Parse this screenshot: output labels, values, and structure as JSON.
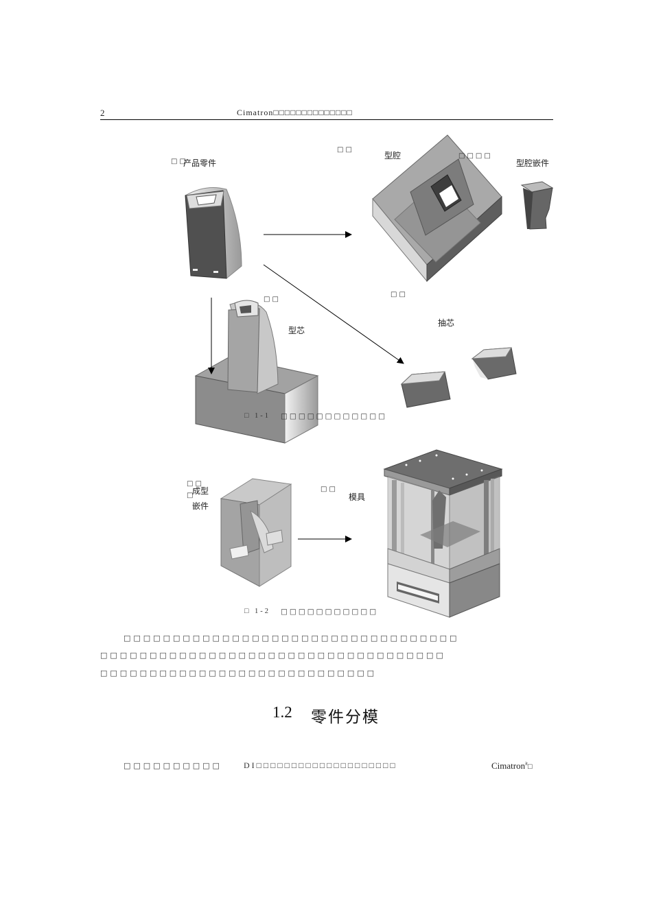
{
  "header": {
    "page_number": "2",
    "title": "Cimatron□□□□□□□□□□□□□□"
  },
  "figure1": {
    "labels": {
      "product_prefix": "□□",
      "product": "产品零件",
      "cavity_prefix": "□□",
      "cavity": "型腔",
      "cavity_insert_prefix": "□□□□",
      "cavity_insert": "型腔嵌件",
      "core_prefix": "□□",
      "core": "型芯",
      "slider_prefix": "□□",
      "slider": "抽芯"
    },
    "caption_num": "□ 1-1",
    "caption_text": "□□□□□□□□□□□□"
  },
  "figure2": {
    "labels": {
      "insert_prefix_1": "□□",
      "insert_prefix_2": "□",
      "insert_line1": "成型",
      "insert_line2": "嵌件",
      "mold_prefix": "□□",
      "mold": "模具"
    },
    "caption_num": "□ 1-2",
    "caption_text": "□□□□□□□□□□□"
  },
  "body": {
    "para_line1": "□□□□□□□□□□□□□□□□□□□□□□□□□□□□□□□□□□",
    "para_line2": "□□□□□□□□□□□□□□□□□□□□□□□□□□□□□□□□□□□",
    "para_line3": "□□□□□□□□□□□□□□□□□□□□□□□□□□□□",
    "section_number": "1.2",
    "section_title": "零件分模",
    "last_seg1": "□□□□□□□□□□",
    "last_seg2": "DI□□□□□□□□□□□□□□□□□□□□",
    "last_seg3": "Cimatron",
    "last_seg3_sup": "it",
    "last_seg3_tail": "□"
  }
}
